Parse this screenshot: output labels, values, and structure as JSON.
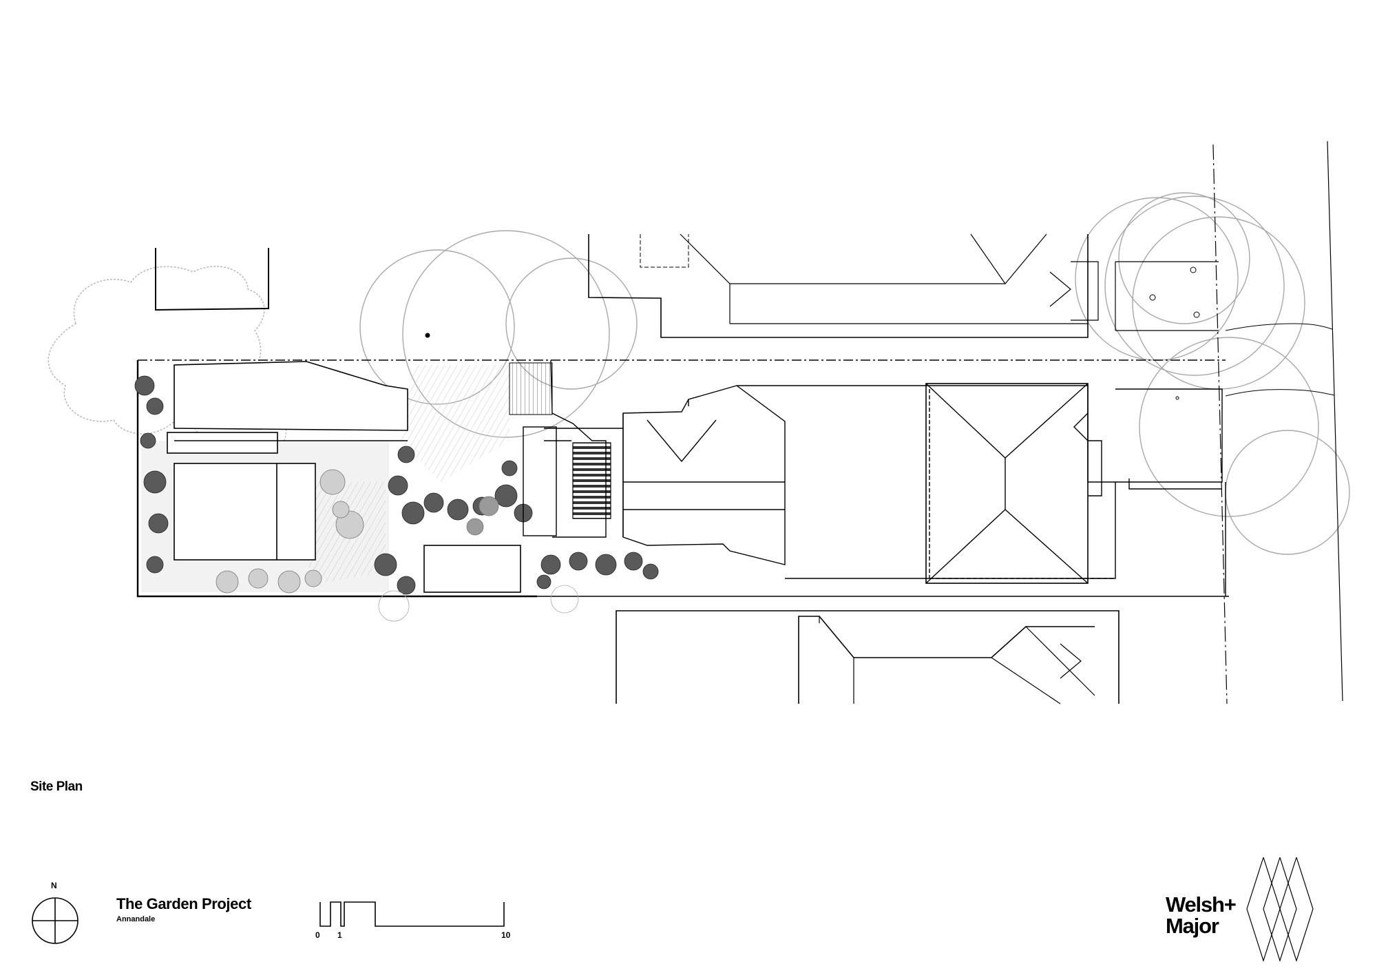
{
  "drawing": {
    "caption": "Site Plan",
    "project_title": "The Garden Project",
    "project_location": "Annandale"
  },
  "north_arrow": {
    "label": "N"
  },
  "scale_bar": {
    "labels": [
      "0",
      "1",
      "10"
    ]
  },
  "brand": {
    "line1": "Welsh+",
    "line2": "Major"
  },
  "colors": {
    "ink": "#000000",
    "light_line": "#999999",
    "canopy": "#b5b5b5",
    "paving": "#e0e0e0"
  }
}
